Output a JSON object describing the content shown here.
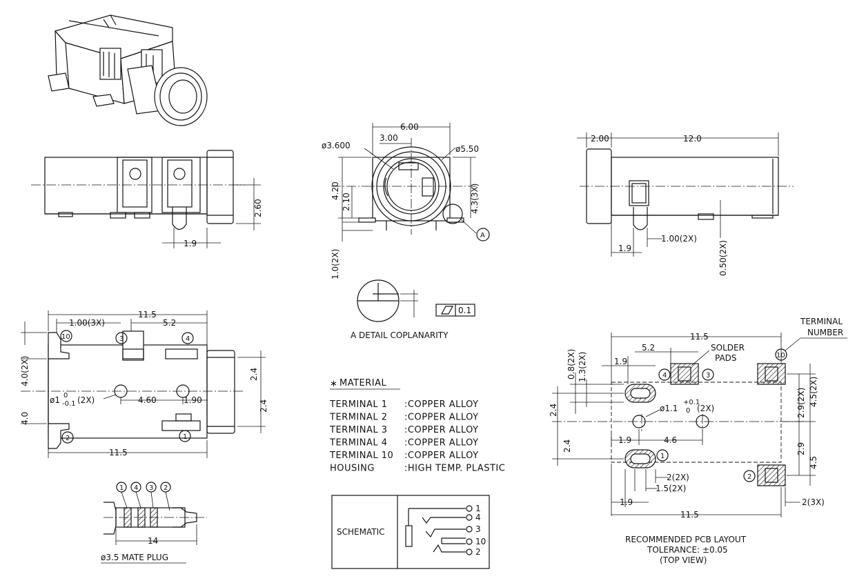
{
  "views": {
    "side": {
      "dim_height": "2.60",
      "dim_pitch": "1.9"
    },
    "front": {
      "dim_width": "6.00",
      "dim_half": "3.00",
      "dim_hole": "ø3.600",
      "dim_outer": "ø5.50",
      "dim_height": "4.20",
      "dim_center": "2.10",
      "dim_right": "4.3(3X)",
      "dim_pin": "1.0(2X)",
      "callout": "A"
    },
    "right": {
      "dim_flange": "2.00",
      "dim_length": "12.0",
      "dim_pin_w": "1.00(2X)",
      "dim_pitch": "1.9",
      "dim_pin_h": "0.50(2X)"
    },
    "detail": {
      "tolerance": "0.1",
      "caption": "A DETAIL COPLANARITY",
      "minus": "−",
      "plus": "+"
    },
    "bottom": {
      "dim_top": "11.5",
      "dim_pins": "1.00(3X)",
      "dim_right": "5.2",
      "dim_side": "4.0(2X)",
      "dim_height": "4.0",
      "dim_hole": "ø1",
      "dim_hole_tol_up": "0",
      "dim_hole_tol_dn": "-0.1",
      "dim_hole_count": "(2X)",
      "dim_spacing": "4.60",
      "dim_edge": "1.90",
      "dim_up": "2.4",
      "dim_dn": "2.4",
      "dim_bottom": "11.5",
      "pin_10": "10",
      "pin_3": "3",
      "pin_4": "4",
      "pin_2": "2",
      "pin_1": "1"
    },
    "plug": {
      "labels": [
        "1",
        "4",
        "3",
        "2"
      ],
      "dim_length": "14",
      "caption": "ø3.5 MATE PLUG"
    }
  },
  "material": {
    "title": "MATERIAL",
    "star": "∗",
    "rows": [
      {
        "item": "TERMINAL  1",
        "value": ":COPPER  ALLOY"
      },
      {
        "item": "TERMINAL  2",
        "value": ":COPPER  ALLOY"
      },
      {
        "item": "TERMINAL  3",
        "value": ":COPPER  ALLOY"
      },
      {
        "item": "TERMINAL  4",
        "value": ":COPPER  ALLOY"
      },
      {
        "item": "TERMINAL 10",
        "value": ":COPPER  ALLOY"
      },
      {
        "item": "HOUSING",
        "value": ":HIGH  TEMP.  PLASTIC"
      }
    ]
  },
  "schematic": {
    "label": "SCHEMATIC",
    "pins": [
      "1",
      "4",
      "3",
      "10",
      "2"
    ]
  },
  "pcb": {
    "terminal_label_1": "TERMINAL",
    "terminal_label_2": "NUMBER",
    "solder_label_1": "SOLDER",
    "solder_label_2": "PADS",
    "dim_top": "11.5",
    "dim_5_2": "5.2",
    "dim_1_9_top": "1.9",
    "dim_0_8": "0.8(2X)",
    "dim_1_3": "1.3(2X)",
    "dim_2_4_up": "2.4",
    "dim_2_4_dn": "2.4",
    "dim_hole": "ø1.1",
    "dim_hole_tol_up": "+0.1",
    "dim_hole_tol_dn": "0",
    "dim_hole_count": "(2X)",
    "dim_1_9_mid": "1.9",
    "dim_4_6": "4.6",
    "dim_2_9_up": "2.9(2X)",
    "dim_4_5_up": "4.5(2X)",
    "dim_2_9_dn": "2.9",
    "dim_4_5_dn": "4.5",
    "dim_2_2x": "2(2X)",
    "dim_1_5": "1.5(2X)",
    "dim_1_9_bot": "1.9",
    "dim_bottom": "11.5",
    "dim_2_3x": "2(3X)",
    "pin_4": "4",
    "pin_3": "3",
    "pin_10": "10",
    "pin_1": "1",
    "pin_2": "2",
    "caption_1": "RECOMMENDED  PCB  LAYOUT",
    "caption_2": "TOLERANCE: ±0.05",
    "caption_3": "(TOP  VIEW)"
  }
}
